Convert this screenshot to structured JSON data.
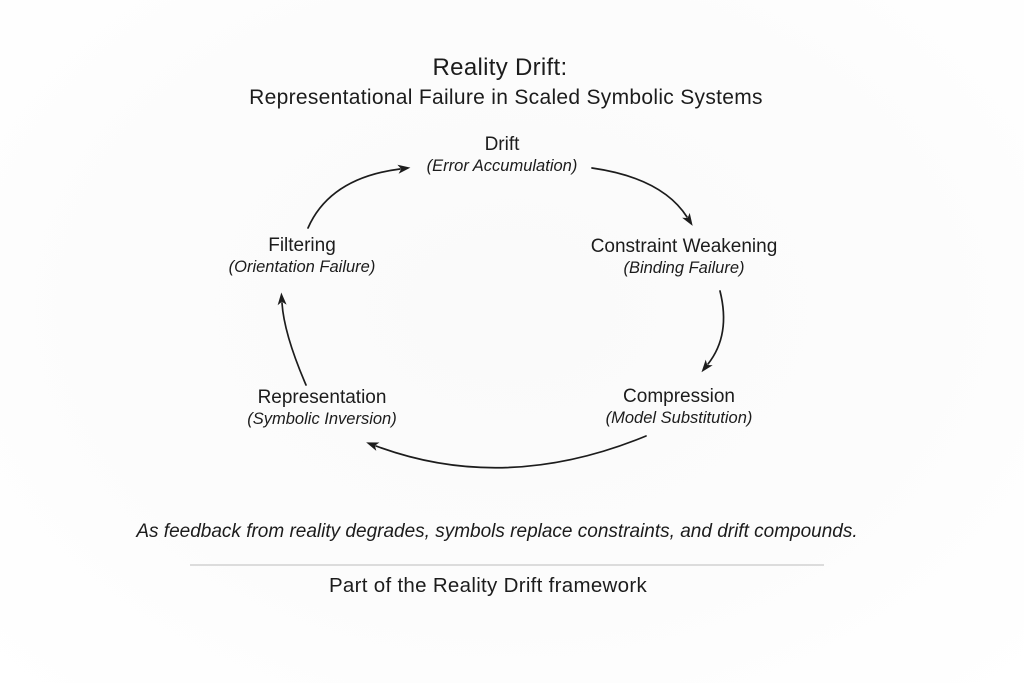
{
  "title": {
    "line1": "Reality Drift:",
    "line2": "Representational Failure in Scaled Symbolic Systems"
  },
  "cycle": {
    "nodes": [
      {
        "id": "drift",
        "label": "Drift",
        "sublabel": "(Error Accumulation)"
      },
      {
        "id": "constraint-weakening",
        "label": "Constraint Weakening",
        "sublabel": "(Binding Failure)"
      },
      {
        "id": "compression",
        "label": "Compression",
        "sublabel": "(Model Substitution)"
      },
      {
        "id": "representation",
        "label": "Representation",
        "sublabel": "(Symbolic Inversion)"
      },
      {
        "id": "filtering",
        "label": "Filtering",
        "sublabel": "(Orientation Failure)"
      }
    ],
    "arrows": [
      {
        "from": "drift",
        "to": "constraint-weakening"
      },
      {
        "from": "constraint-weakening",
        "to": "compression"
      },
      {
        "from": "compression",
        "to": "representation"
      },
      {
        "from": "representation",
        "to": "filtering"
      },
      {
        "from": "filtering",
        "to": "drift"
      }
    ]
  },
  "footer": {
    "caption": "As feedback from reality degrades, symbols replace constraints, and drift compounds.",
    "framework_note": "Part of the Reality Drift framework"
  },
  "colors": {
    "text": "#1c1c1c",
    "arrow": "#1c1c1c",
    "divider": "#dcdcdc",
    "background": "#fcfcfc"
  }
}
